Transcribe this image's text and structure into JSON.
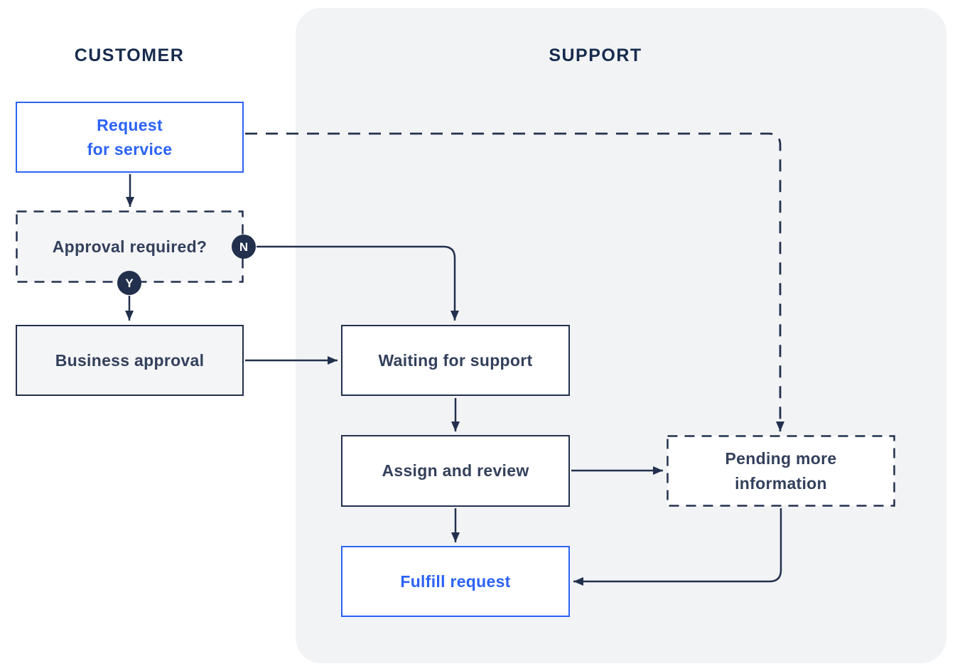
{
  "diagram": {
    "type": "flowchart",
    "lanes": {
      "customer": {
        "label": "CUSTOMER"
      },
      "support": {
        "label": "SUPPORT"
      }
    },
    "nodes": {
      "request_for_service": {
        "label_line1": "Request",
        "label_line2": "for service",
        "style": "solid-blue"
      },
      "approval_required": {
        "label": "Approval required?",
        "style": "dashed-gray"
      },
      "business_approval": {
        "label": "Business approval",
        "style": "solid-gray"
      },
      "waiting_for_support": {
        "label": "Waiting for support",
        "style": "solid-white"
      },
      "assign_and_review": {
        "label": "Assign and review",
        "style": "solid-white"
      },
      "pending_more_information": {
        "label_line1": "Pending more",
        "label_line2": "information",
        "style": "dashed-white"
      },
      "fulfill_request": {
        "label": "Fulfill request",
        "style": "solid-blue"
      }
    },
    "badges": {
      "no": "N",
      "yes": "Y"
    },
    "edges": [
      {
        "from": "request_for_service",
        "to": "approval_required",
        "style": "solid"
      },
      {
        "from": "request_for_service",
        "to": "pending_more_information",
        "style": "dashed"
      },
      {
        "from": "approval_required",
        "to": "waiting_for_support",
        "style": "solid",
        "condition": "N"
      },
      {
        "from": "approval_required",
        "to": "business_approval",
        "style": "solid",
        "condition": "Y"
      },
      {
        "from": "business_approval",
        "to": "waiting_for_support",
        "style": "solid"
      },
      {
        "from": "waiting_for_support",
        "to": "assign_and_review",
        "style": "solid"
      },
      {
        "from": "assign_and_review",
        "to": "pending_more_information",
        "style": "solid"
      },
      {
        "from": "assign_and_review",
        "to": "fulfill_request",
        "style": "solid"
      },
      {
        "from": "pending_more_information",
        "to": "fulfill_request",
        "style": "solid"
      }
    ],
    "colors": {
      "line_navy": "#22304E",
      "text_navy": "#33405C",
      "header_navy": "#172B4D",
      "accent_blue": "#2C63F6",
      "panel_background": "#F2F3F5",
      "gray_box_background": "#F4F5F7"
    }
  }
}
